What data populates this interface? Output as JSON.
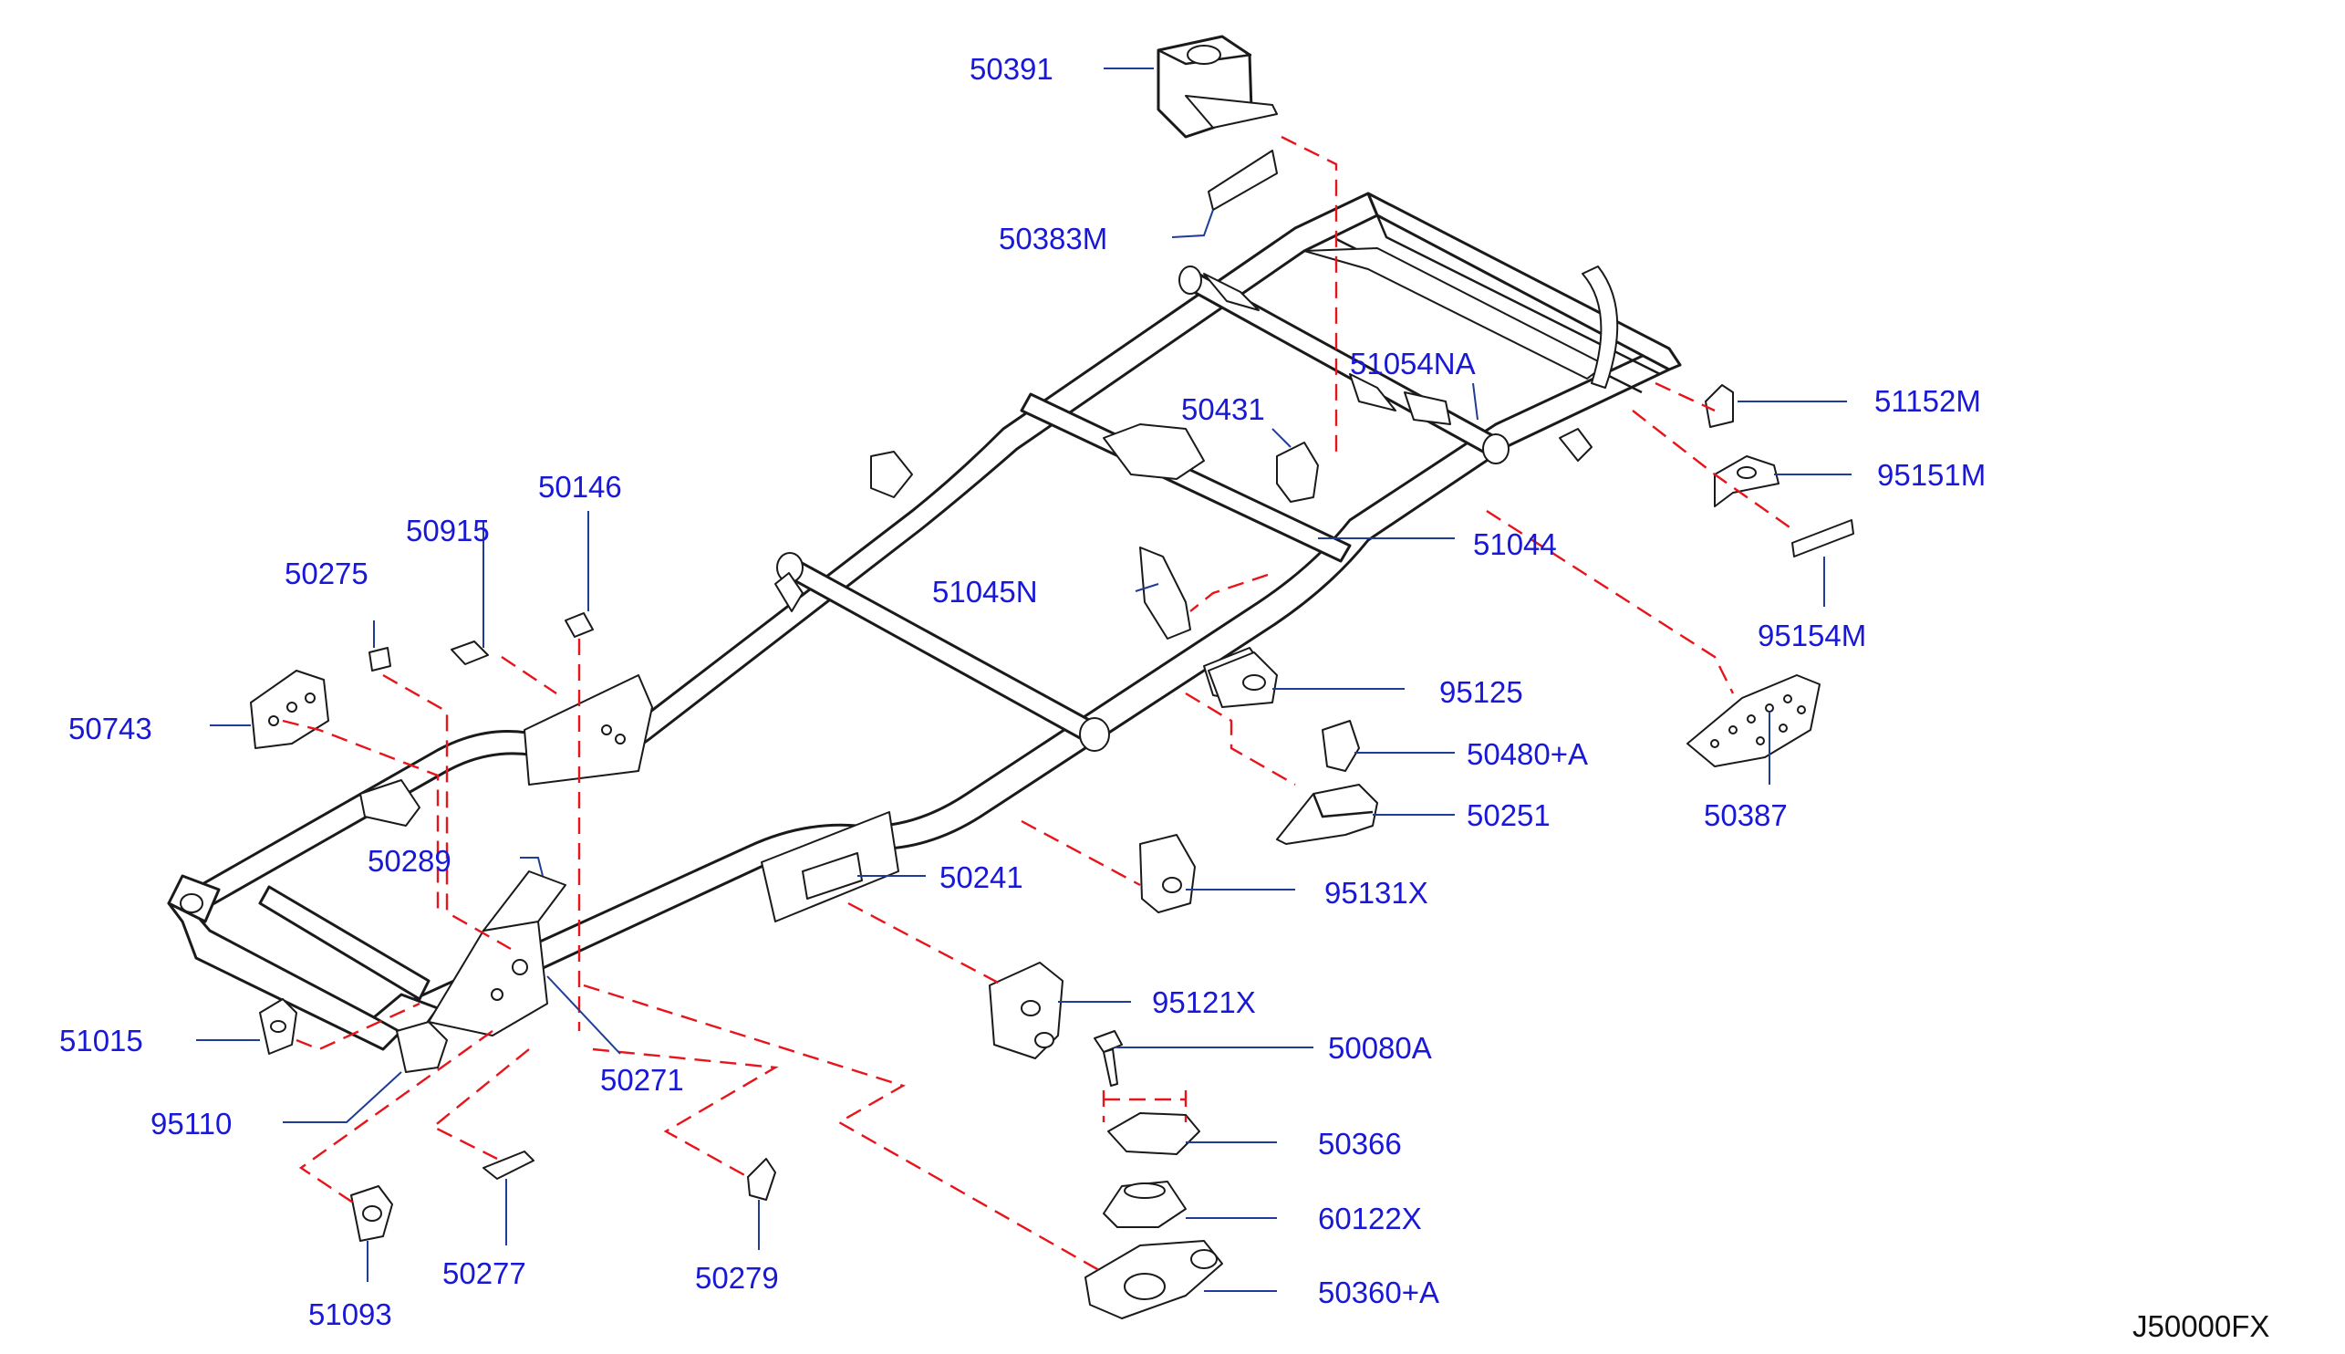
{
  "parts": {
    "p50391": "50391",
    "p50383M": "50383M",
    "p51054NA": "51054NA",
    "p51152M": "51152M",
    "p50431": "50431",
    "p95151M": "95151M",
    "p50146": "50146",
    "p50915": "50915",
    "p51044": "51044",
    "p50275": "50275",
    "p51045N": "51045N",
    "p95154M": "95154M",
    "p95125": "95125",
    "p50743": "50743",
    "p50480A": "50480+A",
    "p50251": "50251",
    "p50387": "50387",
    "p50289": "50289",
    "p50241": "50241",
    "p95131X": "95131X",
    "p95121X": "95121X",
    "p51015": "51015",
    "p50080A": "50080A",
    "p50271": "50271",
    "p95110": "95110",
    "p50366": "50366",
    "p60122X": "60122X",
    "p50277": "50277",
    "p50279": "50279",
    "p50360A": "50360+A",
    "p51093": "51093"
  },
  "diagram_code": "J50000FX",
  "colors": {
    "label": "#1818d6",
    "leader": "#1f3c96",
    "phantom_line": "#e8141b",
    "outline": "#1a1a1a"
  }
}
